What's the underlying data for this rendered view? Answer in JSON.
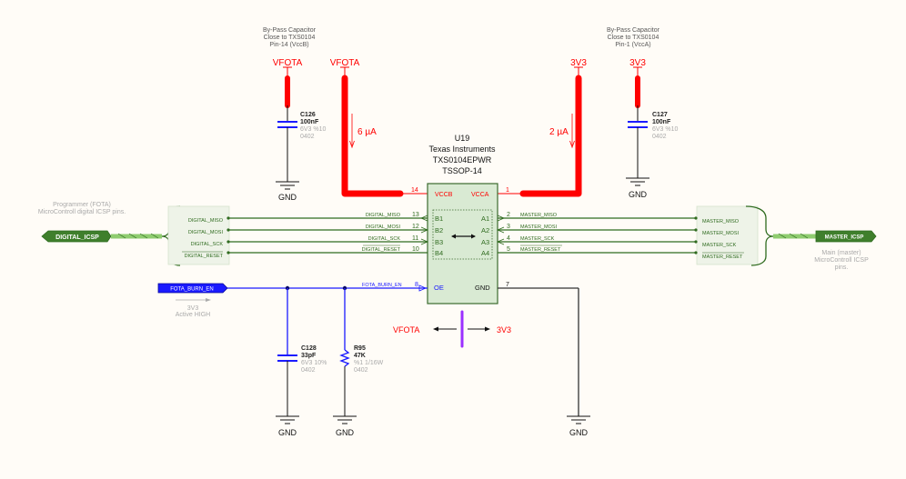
{
  "notes": {
    "bypass_left": [
      "By-Pass Capacitor",
      "Close to TXS0104",
      "Pin-14 (VccB)"
    ],
    "bypass_right": [
      "By-Pass Capacitor",
      "Close to TXS0104",
      "Pin-1 (VccA)"
    ],
    "programmer": [
      "Programmer (FOTA)",
      "MicroControll digital ICSP pins."
    ],
    "master": [
      "Main (master)",
      "MicroControll ICSP",
      "pins."
    ],
    "fota_level": [
      "3V3",
      "Active HIGH"
    ]
  },
  "power": {
    "vfota_cap": "VFOTA",
    "vfota_ic": "VFOTA",
    "v3v3_ic": "3V3",
    "v3v3_cap": "3V3",
    "current_b": "6 µA",
    "current_a": "2 µA"
  },
  "components": {
    "c126": {
      "ref": "C126",
      "value": "100nF",
      "spec": "6V3 %10",
      "pkg": "0402"
    },
    "c127": {
      "ref": "C127",
      "value": "100nF",
      "spec": "6V3 %10",
      "pkg": "0402"
    },
    "c128": {
      "ref": "C128",
      "value": "33pF",
      "spec": "6V3 10%",
      "pkg": "0402"
    },
    "r95": {
      "ref": "R95",
      "value": "47K",
      "spec": "%1 1/16W",
      "pkg": "0402"
    }
  },
  "gnd_label": "GND",
  "ic": {
    "ref": "U19",
    "manufacturer": "Texas Instruments",
    "part": "TXS0104EPWR",
    "package": "TSSOP-14",
    "pins": {
      "vccb": {
        "name": "VCCB",
        "num": "14"
      },
      "vcca": {
        "name": "VCCA",
        "num": "1"
      },
      "b1": {
        "name": "B1",
        "num": "13"
      },
      "b2": {
        "name": "B2",
        "num": "12"
      },
      "b3": {
        "name": "B3",
        "num": "11"
      },
      "b4": {
        "name": "B4",
        "num": "10"
      },
      "a1": {
        "name": "A1",
        "num": "2"
      },
      "a2": {
        "name": "A2",
        "num": "3"
      },
      "a3": {
        "name": "A3",
        "num": "4"
      },
      "a4": {
        "name": "A4",
        "num": "5"
      },
      "oe": {
        "name": "OE",
        "num": "8"
      },
      "gnd": {
        "name": "GND",
        "num": "7"
      }
    }
  },
  "nets": {
    "digital": [
      "DIGITAL_MISO",
      "DIGITAL_MOSI",
      "DIGITAL_SCK",
      "DIGITAL_RESET"
    ],
    "master": [
      "MASTER_MISO",
      "MASTER_MOSI",
      "MASTER_SCK",
      "MASTER_RESET"
    ],
    "fota_burn_en": "FOTA_BURN_EN"
  },
  "ports": {
    "digital_icsp": "DIGITAL_ICSP",
    "master_icsp": "MASTER_ICSP",
    "fota_burn_en": "FOTA_BURN_EN"
  },
  "direction_legend": {
    "left": "VFOTA",
    "right": "3V3"
  },
  "colors": {
    "power": "#ff0000",
    "signal": "#2f6b1f",
    "control": "#1a1aff",
    "ic_fill": "#d9ead3",
    "marker": "#9b30ff"
  }
}
